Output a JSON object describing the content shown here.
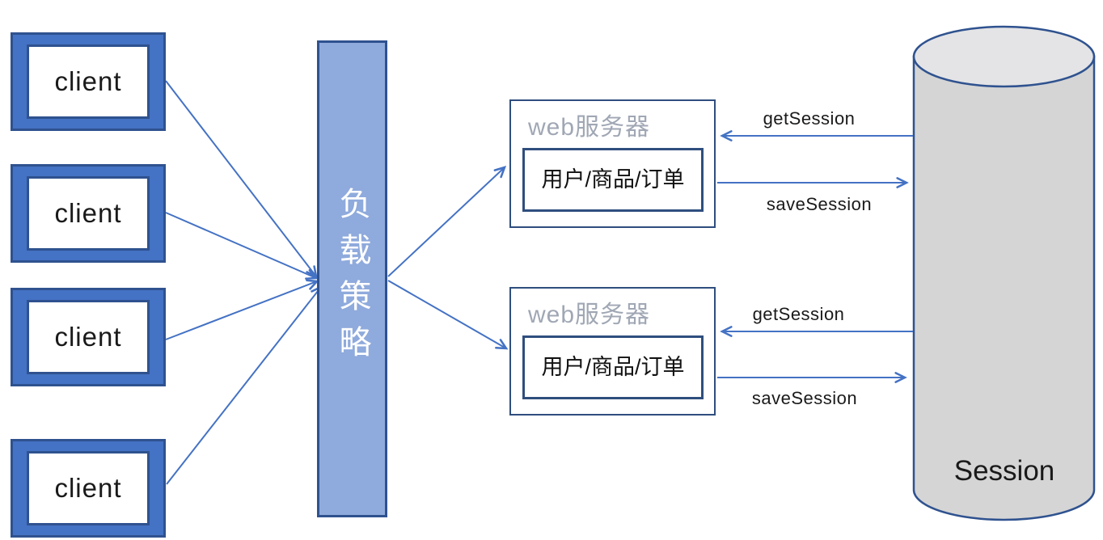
{
  "diagram": {
    "clients": [
      {
        "label": "client"
      },
      {
        "label": "client"
      },
      {
        "label": "client"
      },
      {
        "label": "client"
      }
    ],
    "load_balancer": {
      "label": "负载策略"
    },
    "web_servers": [
      {
        "title": "web服务器",
        "content": "用户/商品/订单",
        "get_label": "getSession",
        "save_label": "saveSession"
      },
      {
        "title": "web服务器",
        "content": "用户/商品/订单",
        "get_label": "getSession",
        "save_label": "saveSession"
      }
    ],
    "session_store": {
      "label": "Session"
    },
    "colors": {
      "client_fill": "#4472C4",
      "dark_blue_border": "#2F528F",
      "load_bar_fill": "#8FAADC",
      "server_border": "#2F4E7E",
      "arrow_blue": "#4472C4",
      "cylinder_fill": "#D5D5D5",
      "cylinder_top_fill": "#E4E4E6",
      "title_gray": "#A0A7B4"
    }
  }
}
